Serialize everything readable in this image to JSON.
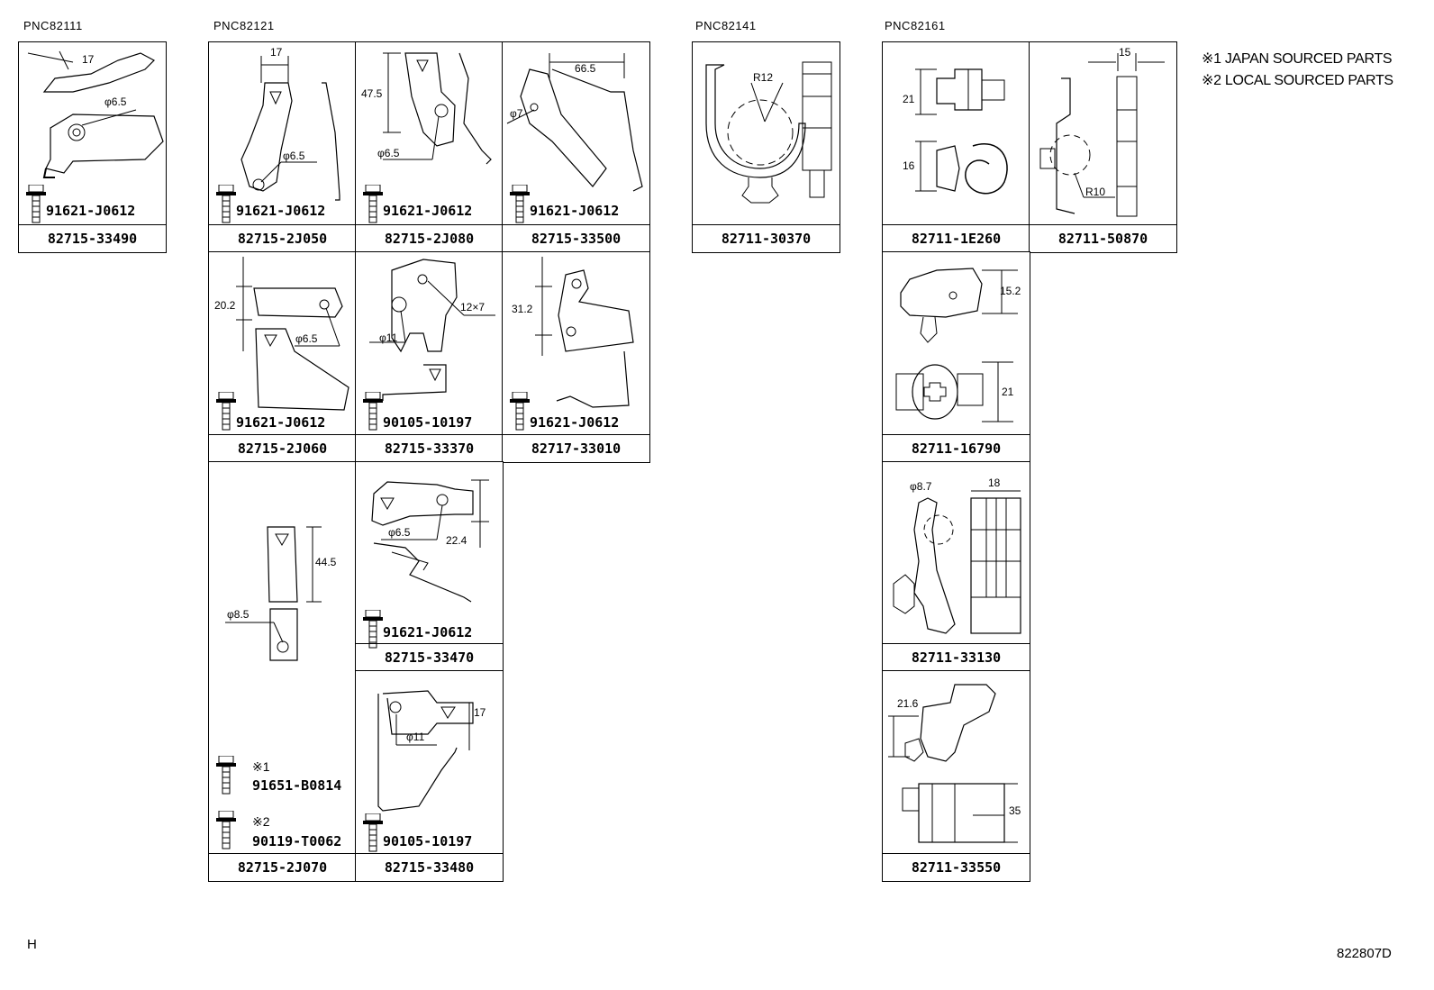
{
  "pnc": [
    "PNC82111",
    "PNC82121",
    "PNC82141",
    "PNC82161"
  ],
  "notes": [
    "※1  JAPAN SOURCED PARTS",
    "※2  LOCAL SOURCED PARTS"
  ],
  "corner_left": "H",
  "diagram_id": "822807D",
  "parts": {
    "p1": "82715-33490",
    "p2": "82715-2J050",
    "p3": "82715-2J080",
    "p4": "82715-33500",
    "p5": "82711-30370",
    "p6": "82711-1E260",
    "p7": "82711-50870",
    "p8": "82715-2J060",
    "p9": "82715-33370",
    "p10": "82717-33010",
    "p11": "82711-16790",
    "p12": "82715-2J070",
    "p13": "82715-33470",
    "p14": "82711-33130",
    "p15": "82715-33480",
    "p16": "82711-33550"
  },
  "bolts": {
    "b1": "91621-J0612",
    "b2": "91621-J0612",
    "b3": "91621-J0612",
    "b4": "91621-J0612",
    "b8": "91621-J0612",
    "b9": "90105-10197",
    "b10": "91621-J0612",
    "b12a": "91651-B0814",
    "b12b": "90119-T0062",
    "b13": "91621-J0612",
    "b15": "90105-10197"
  },
  "bolt_marks": {
    "m1": "※1",
    "m2": "※2"
  },
  "dims": {
    "d1": "17",
    "d2": "φ6.5",
    "d3": "17",
    "d4": "φ6.5",
    "d5": "47.5",
    "d6": "φ6.5",
    "d7": "66.5",
    "d8": "φ7",
    "d9": "R12",
    "d10": "21",
    "d11": "16",
    "d12": "15",
    "d13": "R10",
    "d14": "20.2",
    "d15": "φ6.5",
    "d16": "12×7",
    "d17": "φ11",
    "d18": "31.2",
    "d19": "15.2",
    "d20": "21",
    "d21": "44.5",
    "d22": "φ8.5",
    "d23": "φ6.5",
    "d24": "22.4",
    "d25": "φ8.7",
    "d26": "18",
    "d27": "17",
    "d28": "φ11",
    "d29": "21.6",
    "d30": "35"
  }
}
